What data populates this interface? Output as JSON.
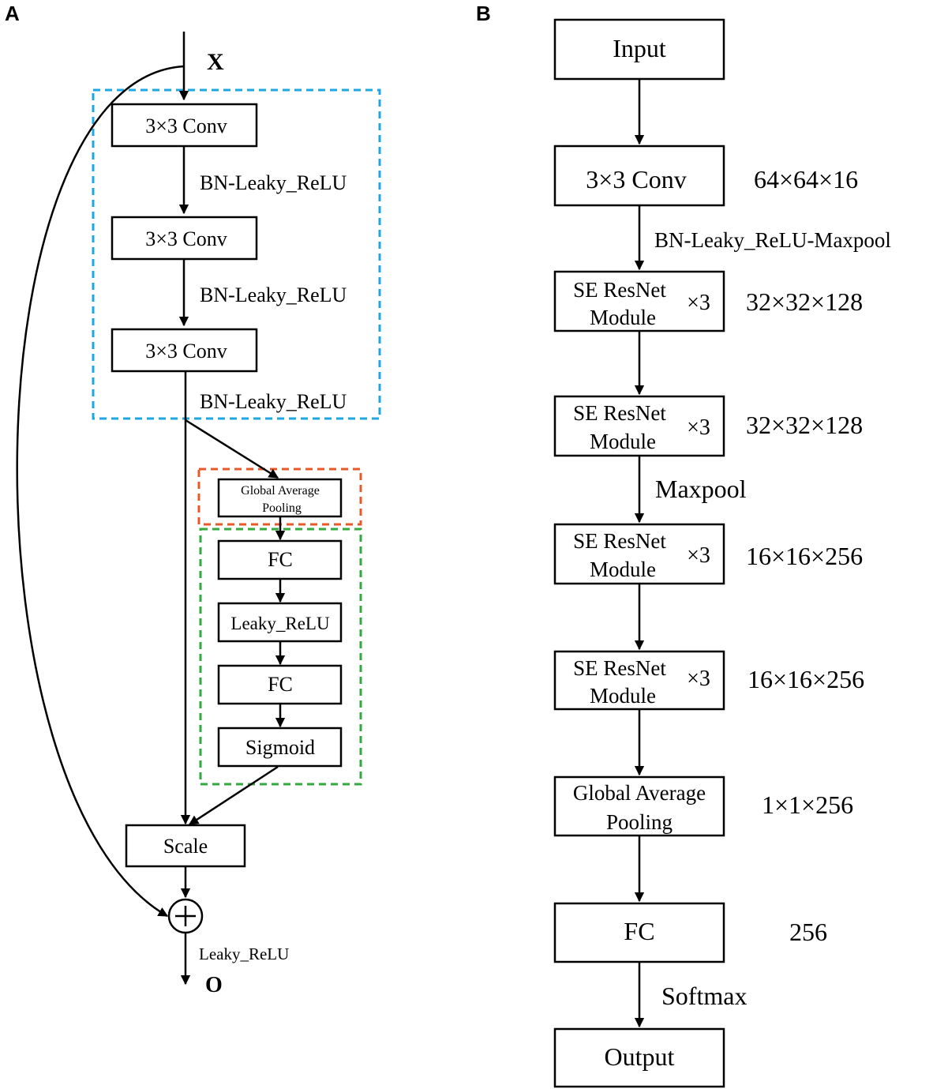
{
  "colors": {
    "blue_dashed": "#1ea7e1",
    "orange_dashed": "#e8592a",
    "green_dashed": "#33aa3f",
    "stroke": "#000000"
  },
  "panel_a": {
    "panel_label": "A",
    "input_label": "X",
    "output_label": "O",
    "conv1": "3×3 Conv",
    "act1": "BN-Leaky_ReLU",
    "conv2": "3×3 Conv",
    "act2": "BN-Leaky_ReLU",
    "conv3": "3×3 Conv",
    "act3": "BN-Leaky_ReLU",
    "gap_line1": "Global Average",
    "gap_line2": "Pooling",
    "fc1": "FC",
    "leaky": "Leaky_ReLU",
    "fc2": "FC",
    "sigmoid": "Sigmoid",
    "scale": "Scale",
    "add_symbol": "+",
    "final_act": "Leaky_ReLU"
  },
  "panel_b": {
    "panel_label": "B",
    "input": "Input",
    "conv": "3×3 Conv",
    "conv_dim": "64×64×16",
    "conv_act": "BN-Leaky_ReLU-Maxpool",
    "se_line1": "SE ResNet",
    "se_line2": "Module",
    "repeat": "×3",
    "se1_dim": "32×32×128",
    "se2_dim": "32×32×128",
    "maxpool": "Maxpool",
    "se3_dim": "16×16×256",
    "se4_dim": "16×16×256",
    "gap_line1": "Global Average",
    "gap_line2": "Pooling",
    "gap_dim": "1×1×256",
    "fc": "FC",
    "fc_dim": "256",
    "softmax": "Softmax",
    "output": "Output"
  }
}
